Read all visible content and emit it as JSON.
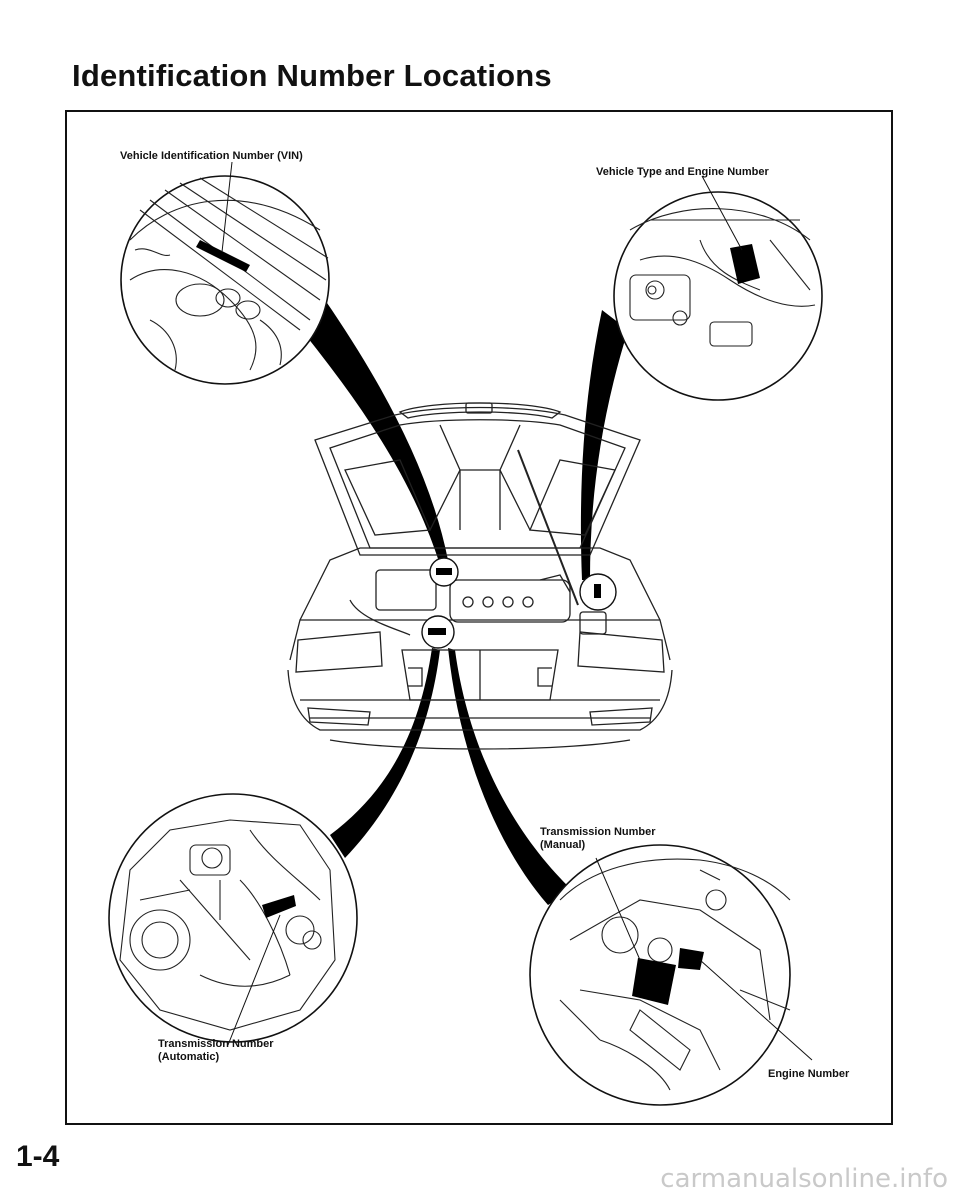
{
  "page": {
    "title": "Identification Number Locations",
    "page_number": "1-4"
  },
  "labels": {
    "vin": "Vehicle Identification Number (VIN)",
    "vehicle_type_engine": "Vehicle Type and Engine Number",
    "transmission_manual_line1": "Transmission Number",
    "transmission_manual_line2": "(Manual)",
    "transmission_automatic_line1": "Transmission Number",
    "transmission_automatic_line2": "(Automatic)",
    "engine_number": "Engine Number"
  },
  "watermark": "carmanualsonline.info"
}
